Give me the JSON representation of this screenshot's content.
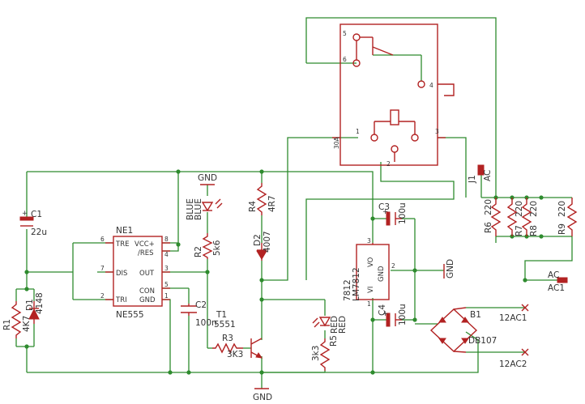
{
  "labels": {
    "gnd_top": "GND",
    "gnd_bottom": "GND",
    "gnd_reg": "GND",
    "c1_name": "C1",
    "c1_value": "22u",
    "ne1_name": "NE1",
    "ne1_part": "NE555",
    "ic_tre": "TRE",
    "ic_vcc": "VCC+",
    "ic_res": "/RES",
    "ic_dis": "DIS",
    "ic_out": "OUT",
    "ic_con": "CON",
    "ic_tri": "TRI",
    "ic_gnd": "GND",
    "pin6": "6",
    "pin8": "8",
    "pin4": "4",
    "pin7": "7",
    "pin3": "3",
    "pin2": "2",
    "pin5": "5",
    "pin1": "1",
    "r1_name": "R1",
    "r1_value": "4K7",
    "d1_name": "D1",
    "d1_value": "4148",
    "led_blue_name": "BLUE",
    "led_blue_value": "BLUE",
    "r2_name": "R2",
    "r2_value": "5k6",
    "c2_name": "C2",
    "c2_value": "100n",
    "t1_name": "T1",
    "t1_value": "5551",
    "r3_name": "R3",
    "r3_value": "3K3",
    "r4_name": "R4",
    "r4_value": "4R7",
    "d2_name": "D2",
    "d2_value": "4007",
    "led_red_name": "RED",
    "led_red_value": "RED",
    "r5_name": "R5",
    "r5_value": "3k3",
    "reg_part": "7812",
    "reg_name": "LM7812",
    "reg_vo": "VO",
    "reg_gnd": "GND",
    "reg_vi": "VI",
    "reg_pin3": "3",
    "reg_pin2": "2",
    "reg_pin1": "1",
    "c3_name": "C3",
    "c3_value": "100u",
    "c4_name": "C4",
    "c4_value": "100u",
    "b1_name": "B1",
    "b1_part": "DB107",
    "relay_pin5": "5",
    "relay_pin6": "6",
    "relay_pin4": "4",
    "relay_pin1": "1",
    "relay_pin2": "2",
    "relay_pin3": "3",
    "relay_rating": "30A",
    "j1_name": "J1",
    "j1_value": "AC",
    "r6_name": "R6",
    "r6_value": "220",
    "r7_name": "R7",
    "r7_value": "220",
    "r8_name": "R8",
    "r8_value": "220",
    "r9_name": "R9",
    "r9_value": "220",
    "ac_label": "AC",
    "ac1_label": "AC1",
    "ac_in1": "12AC1",
    "ac_in2": "12AC2"
  },
  "colors": {
    "wire": "#2e8b2e",
    "part": "#b22222",
    "text": "#333333"
  }
}
